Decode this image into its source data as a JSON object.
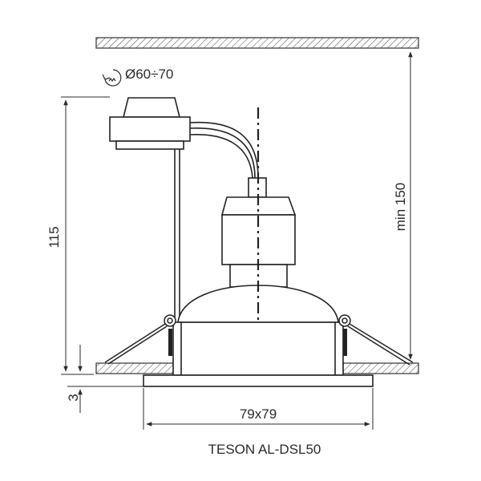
{
  "drawing": {
    "cutout_label": "Ø60÷70",
    "height_label": "115",
    "min_label": "min 150",
    "thickness_label": "3",
    "width_label": "79x79",
    "model_label": "TESON AL-DSL50"
  },
  "icons": {
    "cutout": "hole-saw-icon"
  }
}
